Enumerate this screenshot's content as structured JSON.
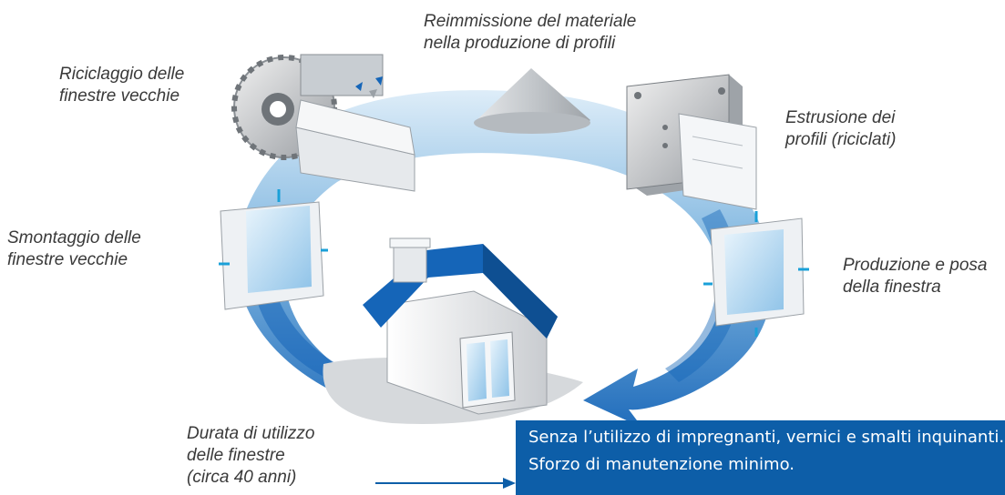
{
  "labels": {
    "reimmissione": [
      "Reimmissione del materiale",
      "nella produzione di profili"
    ],
    "riciclaggio": [
      "Riciclaggio delle",
      "finestre vecchie"
    ],
    "estrusione": [
      "Estrusione dei",
      "profili (riciclati)"
    ],
    "smontaggio": [
      "Smontaggio delle",
      "finestre vecchie"
    ],
    "produzione": [
      "Produzione e posa",
      "della finestra"
    ],
    "durata": [
      "Durata di utilizzo",
      "delle finestre",
      "(circa 40 anni)"
    ]
  },
  "info_box": {
    "line1": "Senza l’utilizzo di impregnanti, vernici e smalti inquinanti.",
    "line2": "Sforzo di manutenzione minimo."
  },
  "colors": {
    "ring_dark": "#1a6db5",
    "ring_light": "#cfe4f4",
    "info_box": "#0d5ea8",
    "roof": "#1565b8",
    "label_text": "#3a3a3a"
  }
}
